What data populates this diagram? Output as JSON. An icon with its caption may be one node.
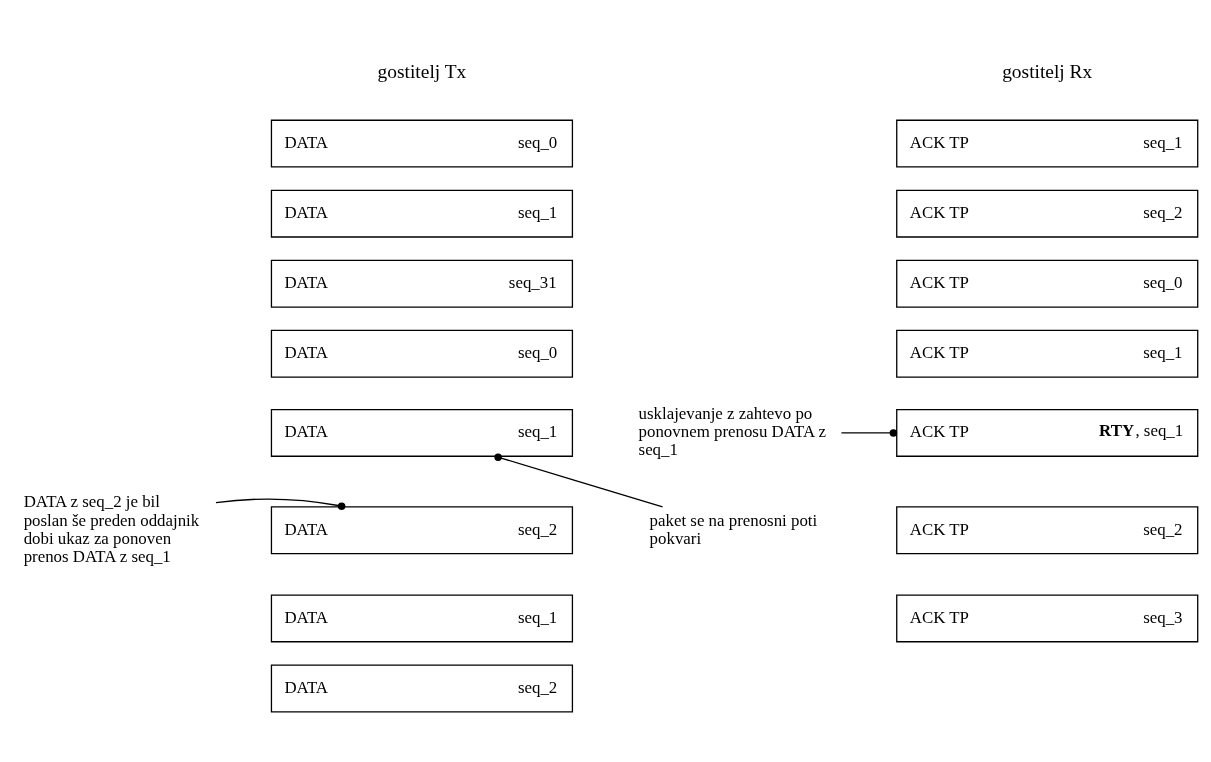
{
  "diagram": {
    "nodes": [
      {
        "text": [
          "DATA",
          "seq_0"
        ]
      },
      {
        "text": [
          "DATA",
          "seq_1"
        ]
      },
      {
        "text": [
          "DATA",
          "seq_31"
        ]
      },
      {
        "text": [
          "DATA",
          "seq_0"
        ]
      },
      {
        "text": [
          "DATA",
          "seq_1"
        ]
      },
      {
        "text": [
          "DATA",
          "seq_2"
        ]
      },
      {
        "text": [
          "DATA",
          "seq_1"
        ]
      },
      {
        "text": [
          "DATA",
          "seq_2"
        ]
      },
      {
        "text": [
          "ACK TP",
          "seq_1"
        ]
      },
      {
        "text": [
          "ACK TP",
          "seq_2"
        ]
      },
      {
        "text": [
          "ACK TP",
          "seq_0"
        ]
      },
      {
        "text": [
          "ACK TP",
          "seq_1"
        ]
      },
      {
        "text": [
          "ACK TP",
          "**RTY**, seq_1"
        ]
      },
      {
        "text": [
          "ACK TP",
          "seq_2"
        ]
      },
      {
        "text": [
          "ACK TP",
          "seq_3"
        ]
      },
      {
        "text": [
          "DATA z seq_2 je bil poslan še preden oddajnik dobi ukaz za ponoven prenos DATA z seq_1"
        ]
      },
      {
        "text": [
          "paket se na prenosni poti pokvari"
        ]
      },
      {
        "text": [
          "usklajevanje z zahtevo po ponovnem prenosu DATA z seq_1"
        ]
      }
    ],
    "edges": [
      {
        "from": 15,
        "to": 5,
        "arrow": "other"
      },
      {
        "from": 16,
        "to": 4,
        "arrow": "other"
      },
      {
        "from": 17,
        "to": 12,
        "arrow": "other"
      }
    ],
    "labels": [
      "gostitelj Tx",
      "gostitelj Rx"
    ]
  }
}
